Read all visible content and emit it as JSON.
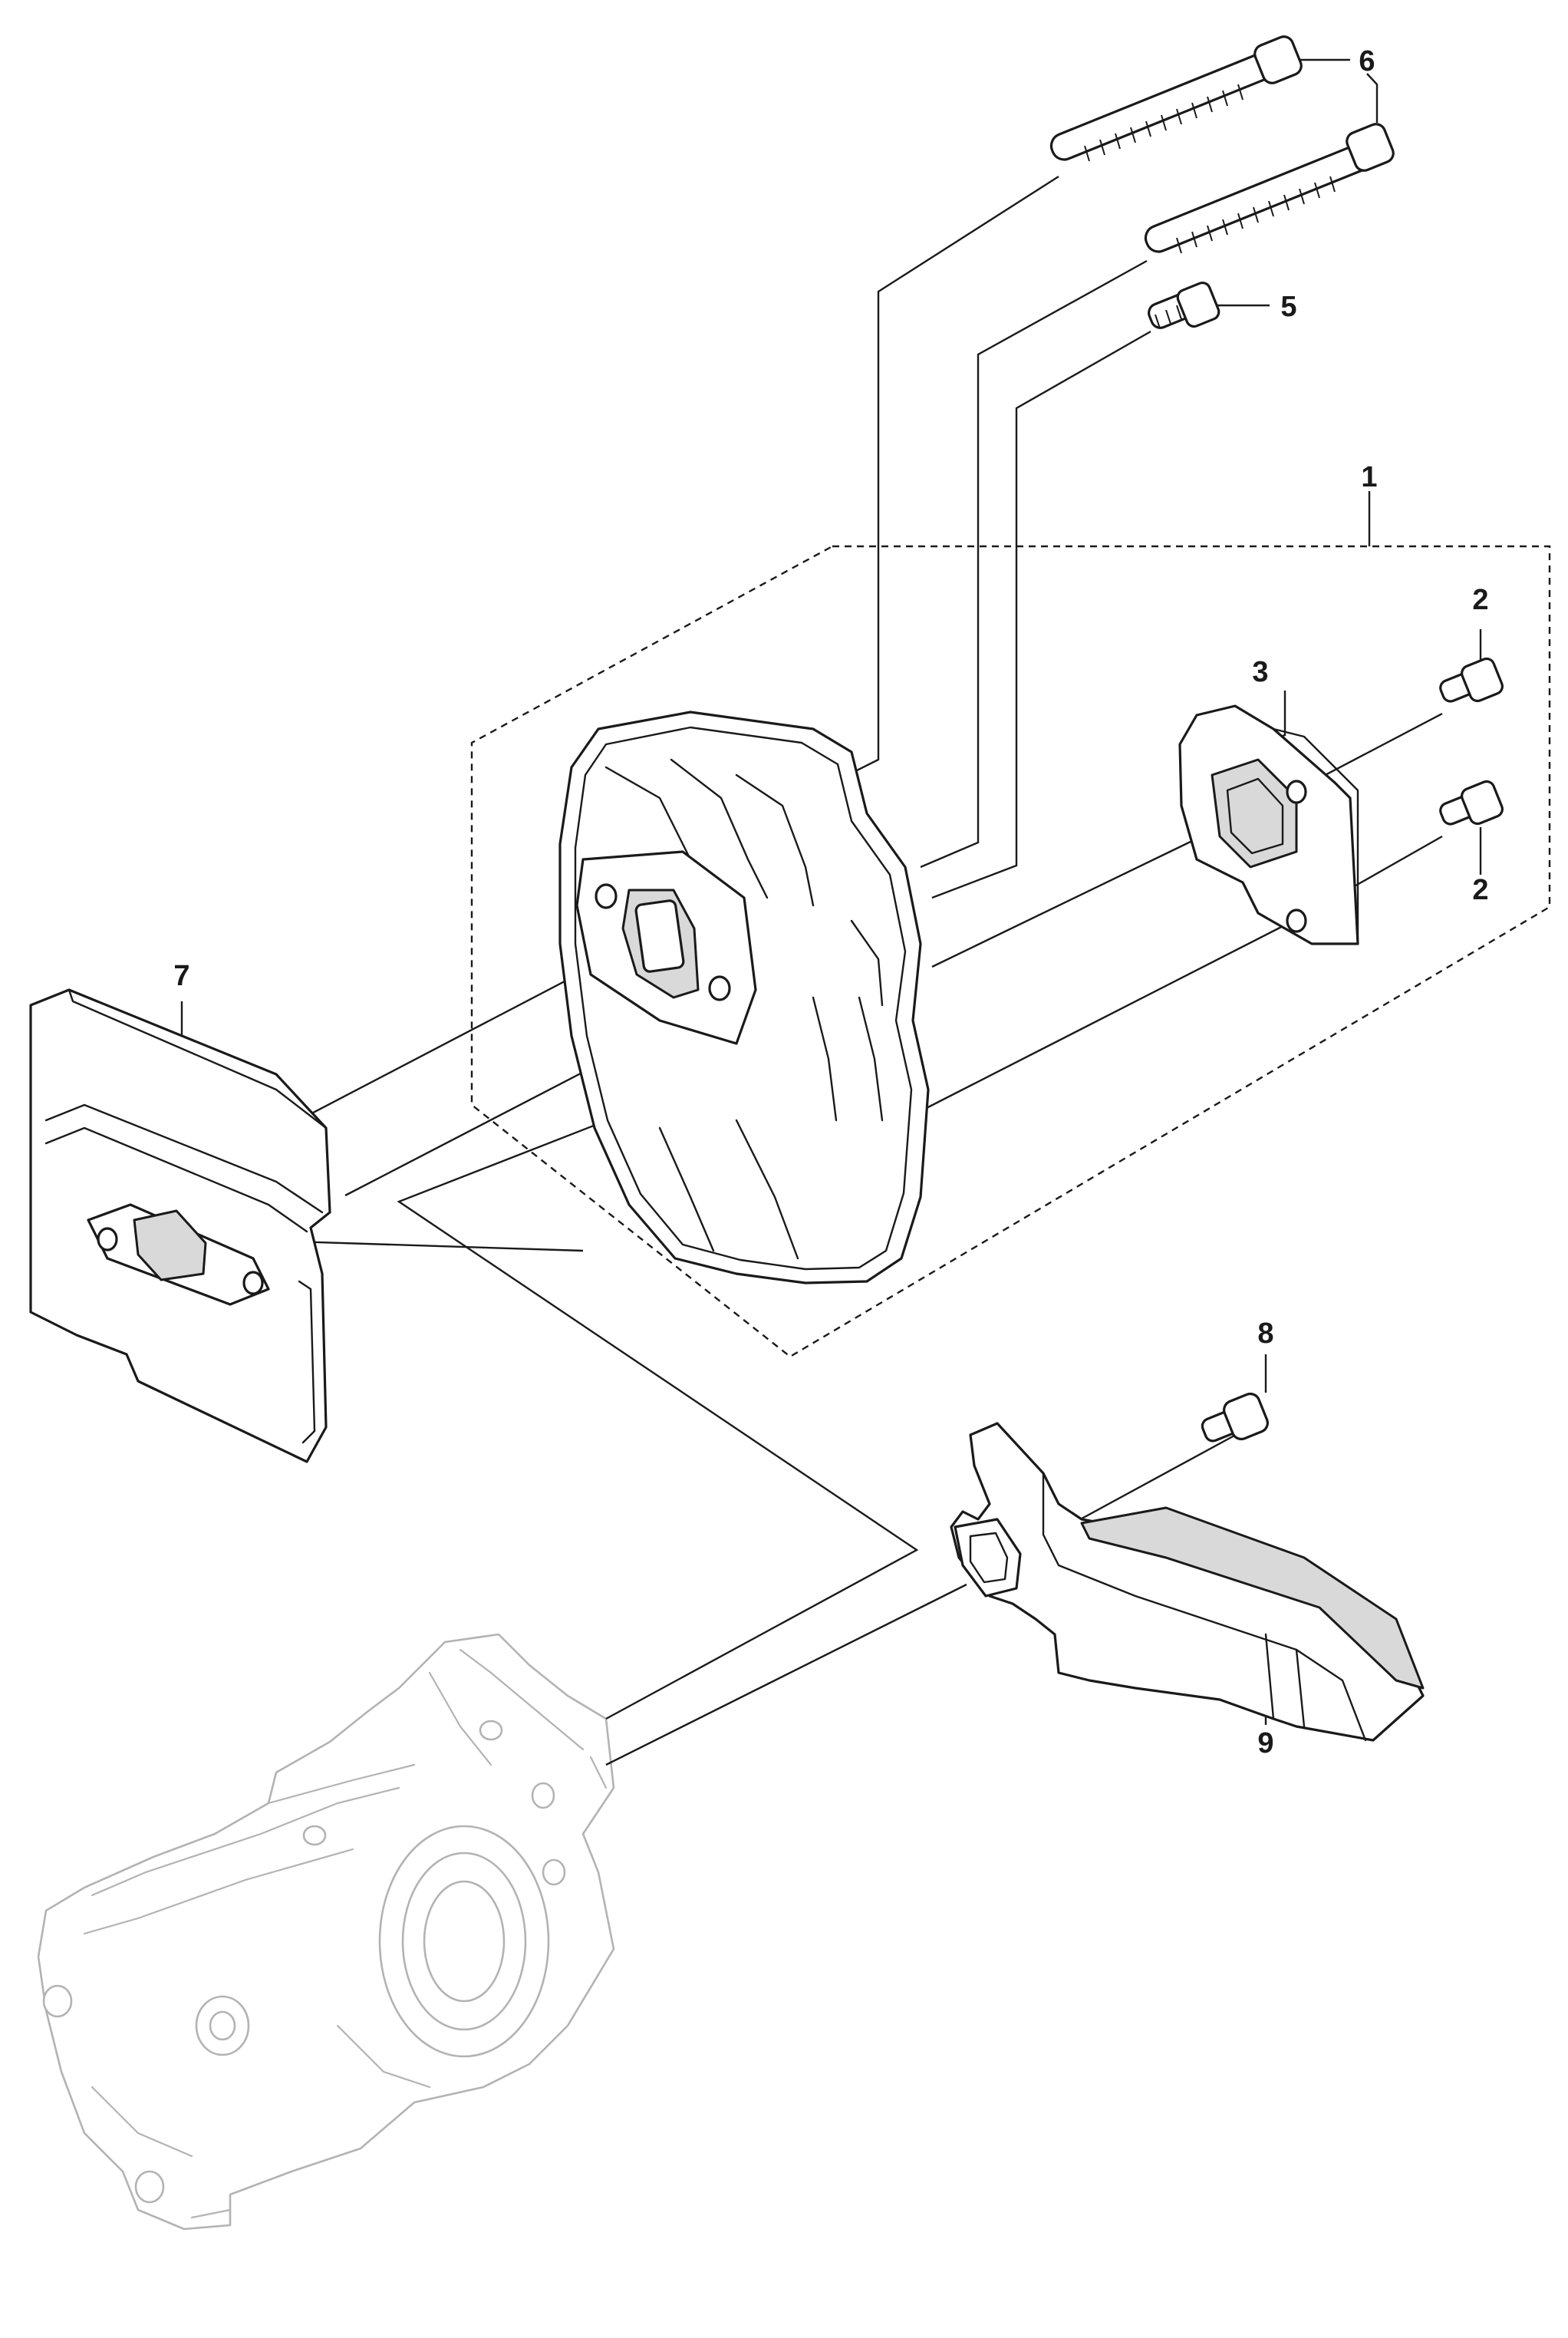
{
  "diagram": {
    "callouts": [
      {
        "id": "c1",
        "label": "1"
      },
      {
        "id": "c2a",
        "label": "2"
      },
      {
        "id": "c2b",
        "label": "2"
      },
      {
        "id": "c3",
        "label": "3"
      },
      {
        "id": "c5",
        "label": "5"
      },
      {
        "id": "c6",
        "label": "6"
      },
      {
        "id": "c7",
        "label": "7"
      },
      {
        "id": "c8",
        "label": "8"
      },
      {
        "id": "c9",
        "label": "9"
      }
    ],
    "colors": {
      "line": "#1a1a1a",
      "ghost_part": "#b3b3b3",
      "background": "#ffffff"
    }
  }
}
